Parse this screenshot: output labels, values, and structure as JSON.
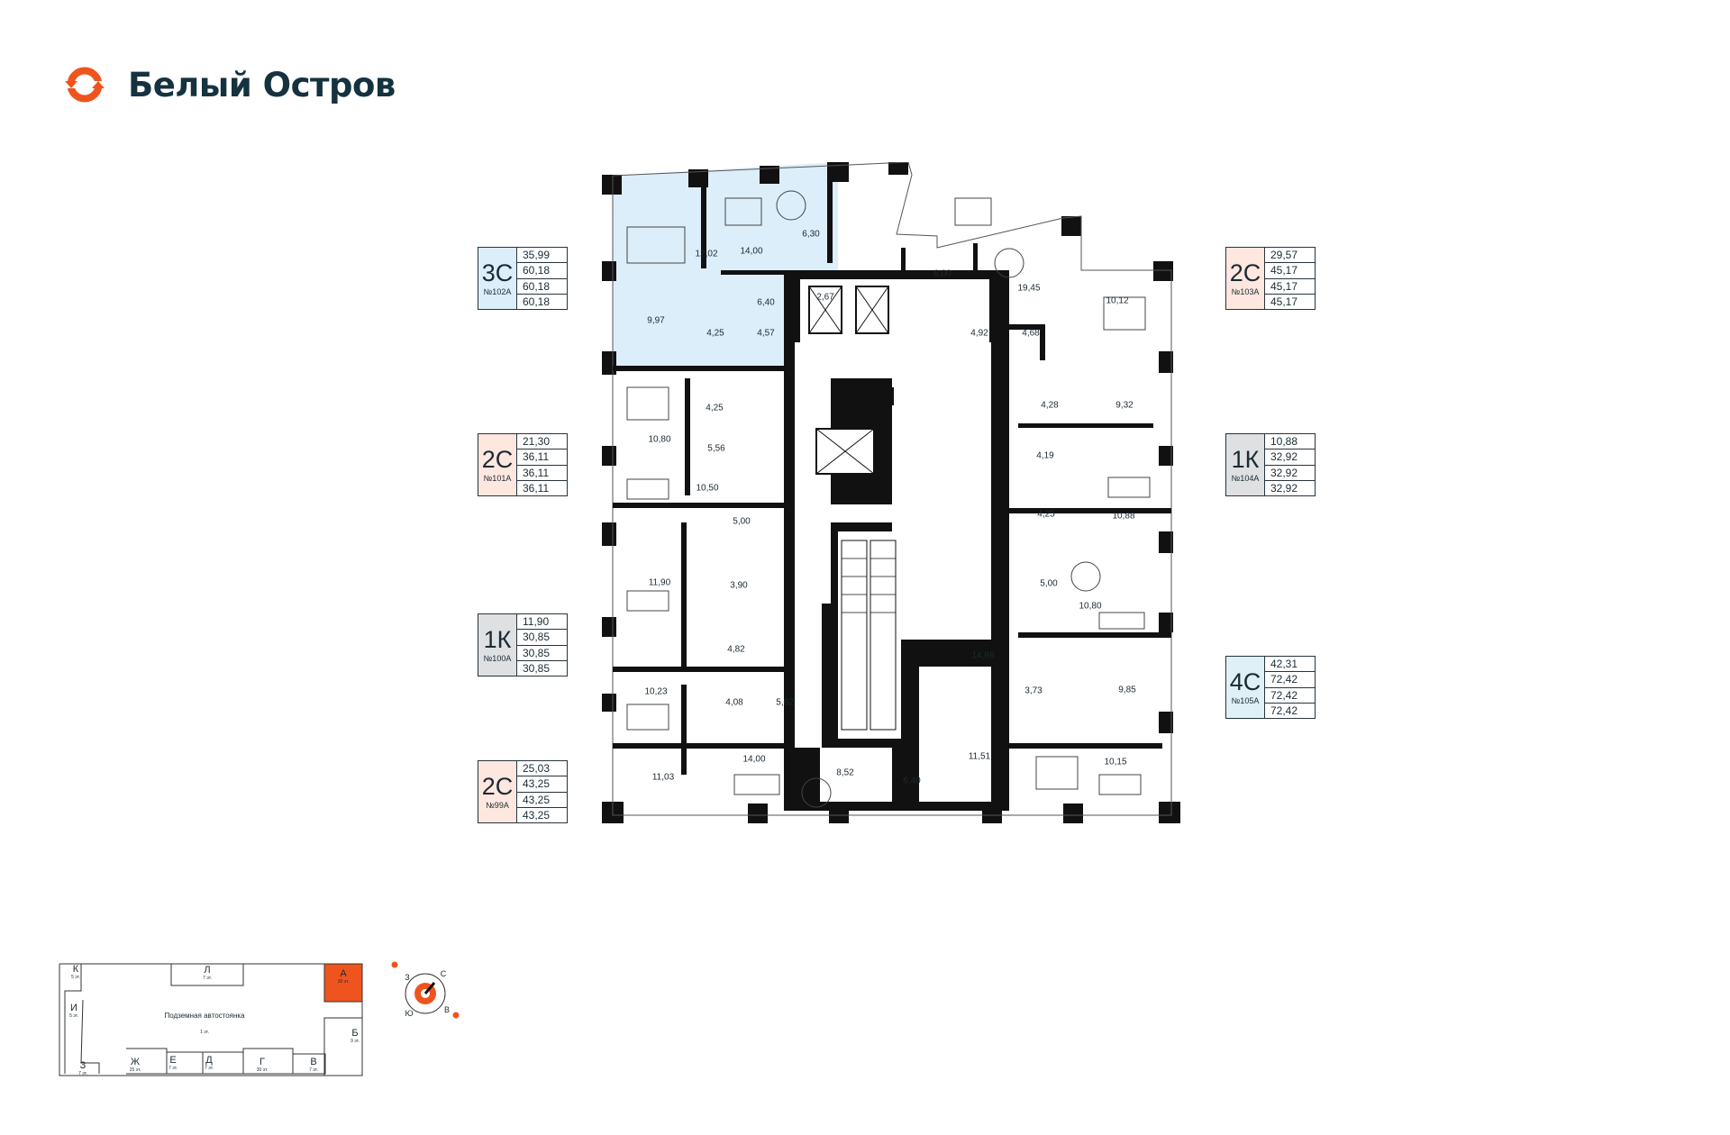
{
  "brand": {
    "name": "Белый Остров",
    "logo_icon": "ring-arrows-logo-icon",
    "accent": "#f0541e",
    "text_color": "#15323f"
  },
  "apartments": [
    {
      "code": "3С",
      "number": "№102А",
      "values": [
        "35,99",
        "60,18",
        "60,18",
        "60,18"
      ],
      "color": "#dceef9"
    },
    {
      "code": "2С",
      "number": "№101А",
      "values": [
        "21,30",
        "36,11",
        "36,11",
        "36,11"
      ],
      "color": "#fde7df"
    },
    {
      "code": "1К",
      "number": "№100А",
      "values": [
        "11,90",
        "30,85",
        "30,85",
        "30,85"
      ],
      "color": "#dfe0e2"
    },
    {
      "code": "2С",
      "number": "№99А",
      "values": [
        "25,03",
        "43,25",
        "43,25",
        "43,25"
      ],
      "color": "#fde7df"
    },
    {
      "code": "2С",
      "number": "№103А",
      "values": [
        "29,57",
        "45,17",
        "45,17",
        "45,17"
      ],
      "color": "#fde7df"
    },
    {
      "code": "1К",
      "number": "№104А",
      "values": [
        "10,88",
        "32,92",
        "32,92",
        "32,92"
      ],
      "color": "#dfe0e2"
    },
    {
      "code": "4С",
      "number": "№105А",
      "values": [
        "42,31",
        "72,42",
        "72,42",
        "72,42"
      ],
      "color": "#dff0f6"
    }
  ],
  "plan": {
    "highlight_color": "#dceef9",
    "rooms": [
      "12,02",
      "14,00",
      "6,30",
      "6,00",
      "19,45",
      "10,12",
      "6,40",
      "2,67",
      "9,97",
      "4,25",
      "4,57",
      "4,92",
      "4,68",
      "4,25",
      "4,28",
      "9,32",
      "10,80",
      "5,56",
      "4,19",
      "10,50",
      "5,00",
      "4,25",
      "10,88",
      "11,90",
      "3,90",
      "5,00",
      "10,80",
      "4,82",
      "14,98",
      "10,23",
      "4,08",
      "5,62",
      "3,73",
      "9,85",
      "11,03",
      "14,00",
      "8,52",
      "6,40",
      "11,51",
      "10,15"
    ]
  },
  "site_map": {
    "highlight_color": "#f0541e",
    "parking": "Подземная автостоянка",
    "parking_floors": "1 эт.",
    "buildings": [
      {
        "letter": "К",
        "floors": "5 эт."
      },
      {
        "letter": "Л",
        "floors": "7 эт."
      },
      {
        "letter": "А",
        "floors": "30 эт."
      },
      {
        "letter": "И",
        "floors": "5 эт."
      },
      {
        "letter": "Б",
        "floors": "9 эт."
      },
      {
        "letter": "З",
        "floors": "7 эт."
      },
      {
        "letter": "Ж",
        "floors": "25 эт."
      },
      {
        "letter": "Е",
        "floors": "7 эт."
      },
      {
        "letter": "Д",
        "floors": "7 эт."
      },
      {
        "letter": "Г",
        "floors": "30 эт."
      },
      {
        "letter": "В",
        "floors": "7 эт."
      }
    ]
  },
  "compass": {
    "north": "С",
    "west": "З",
    "south": "Ю",
    "east": "В",
    "icon": "compass-icon"
  }
}
